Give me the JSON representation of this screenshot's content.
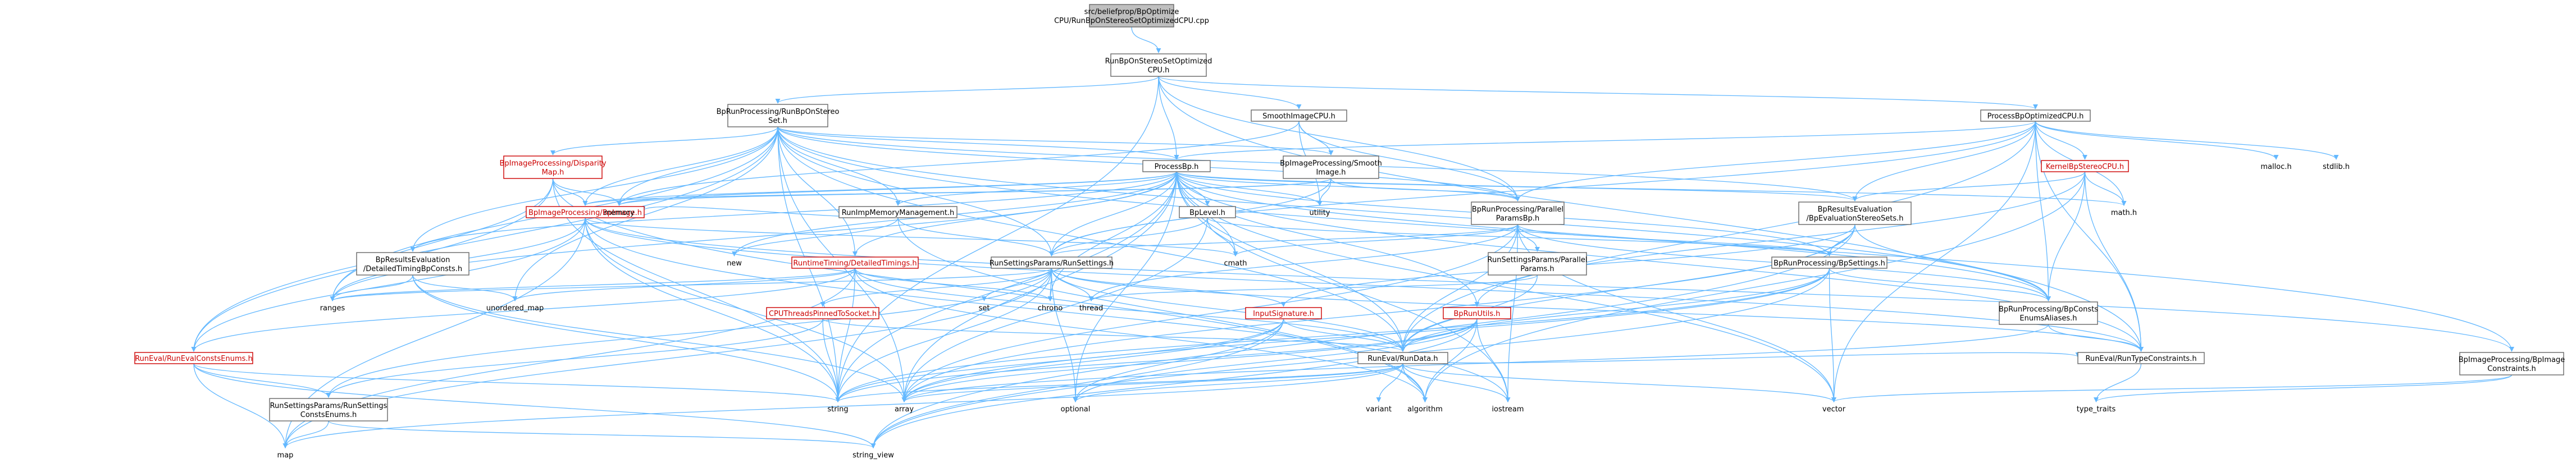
{
  "graph": {
    "root": "src/beliefprop/BpOptimize CPU/RunBpOnStereoSetOptimizedCPU.cpp",
    "nodes": {
      "root": [
        "src/beliefprop/BpOptimize",
        "CPU/RunBpOnStereoSetOptimizedCPU.cpp"
      ],
      "runbpopt_h": [
        "RunBpOnStereoSetOptimized",
        "CPU.h"
      ],
      "runbponstereoset": [
        "BpRunProcessing/RunBpOnStereo",
        "Set.h"
      ],
      "smoothimagecpu": [
        "SmoothImageCPU.h"
      ],
      "processbpoptcpu": [
        "ProcessBpOptimizedCPU.h"
      ],
      "processbp": [
        "ProcessBp.h"
      ],
      "disparitymap": [
        "BpImageProcessing/Disparity",
        "Map.h"
      ],
      "smoothimage": [
        "BpImageProcessing/Smooth",
        "Image.h"
      ],
      "kernelbp": [
        "KernelBpStereoCPU.h"
      ],
      "malloc": [
        "malloc.h"
      ],
      "stdlib": [
        "stdlib.h"
      ],
      "bpimage": [
        "BpImageProcessing/BpImage.h"
      ],
      "runimpmemory": [
        "RunImpMemoryManagement.h"
      ],
      "bplevel": [
        "BpLevel.h"
      ],
      "parallelparams": [
        "BpRunProcessing/Parallel",
        "ParamsBp.h"
      ],
      "bpresultseval": [
        "BpResultsEvaluation",
        "/BpEvaluationStereoSets.h"
      ],
      "utility": [
        "utility"
      ],
      "math": [
        "math.h"
      ],
      "memory": [
        "memory"
      ],
      "new": [
        "new"
      ],
      "cmath": [
        "cmath"
      ],
      "runtimetiming": [
        "RuntimeTiming/DetailedTimings.h"
      ],
      "runsettings": [
        "RunSettingsParams/RunSettings.h"
      ],
      "runsettingsparallel": [
        "RunSettingsParams/Parallel",
        "Params.h"
      ],
      "bpsettings": [
        "BpRunProcessing/BpSettings.h"
      ],
      "detailedtimingconsts": [
        "BpResultsEvaluation",
        "/DetailedTimingBpConsts.h"
      ],
      "ranges": [
        "ranges"
      ],
      "unordered_map": [
        "unordered_map"
      ],
      "set": [
        "set"
      ],
      "chrono": [
        "chrono"
      ],
      "thread": [
        "thread"
      ],
      "cputhreads": [
        "CPUThreadsPinnedToSocket.h"
      ],
      "inputsignature": [
        "InputSignature.h"
      ],
      "bprunutils": [
        "BpRunUtils.h"
      ],
      "bpconsts": [
        "BpRunProcessing/BpConsts",
        "EnumsAliases.h"
      ],
      "runevalconsts": [
        "RunEval/RunEvalConstsEnums.h"
      ],
      "runevaldata": [
        "RunEval/RunData.h"
      ],
      "runevalruntype": [
        "RunEval/RunTypeConstraints.h"
      ],
      "bpimageconstraints": [
        "BpImageProcessing/BpImage",
        "Constraints.h"
      ],
      "runsettingsconsts": [
        "RunSettingsParams/RunSettings",
        "ConstsEnums.h"
      ],
      "string": [
        "string"
      ],
      "array": [
        "array"
      ],
      "optional": [
        "optional"
      ],
      "variant": [
        "variant"
      ],
      "algorithm": [
        "algorithm"
      ],
      "iostream": [
        "iostream"
      ],
      "vector": [
        "vector"
      ],
      "type_traits": [
        "type_traits"
      ],
      "map": [
        "map"
      ],
      "string_view": [
        "string_view"
      ]
    }
  }
}
